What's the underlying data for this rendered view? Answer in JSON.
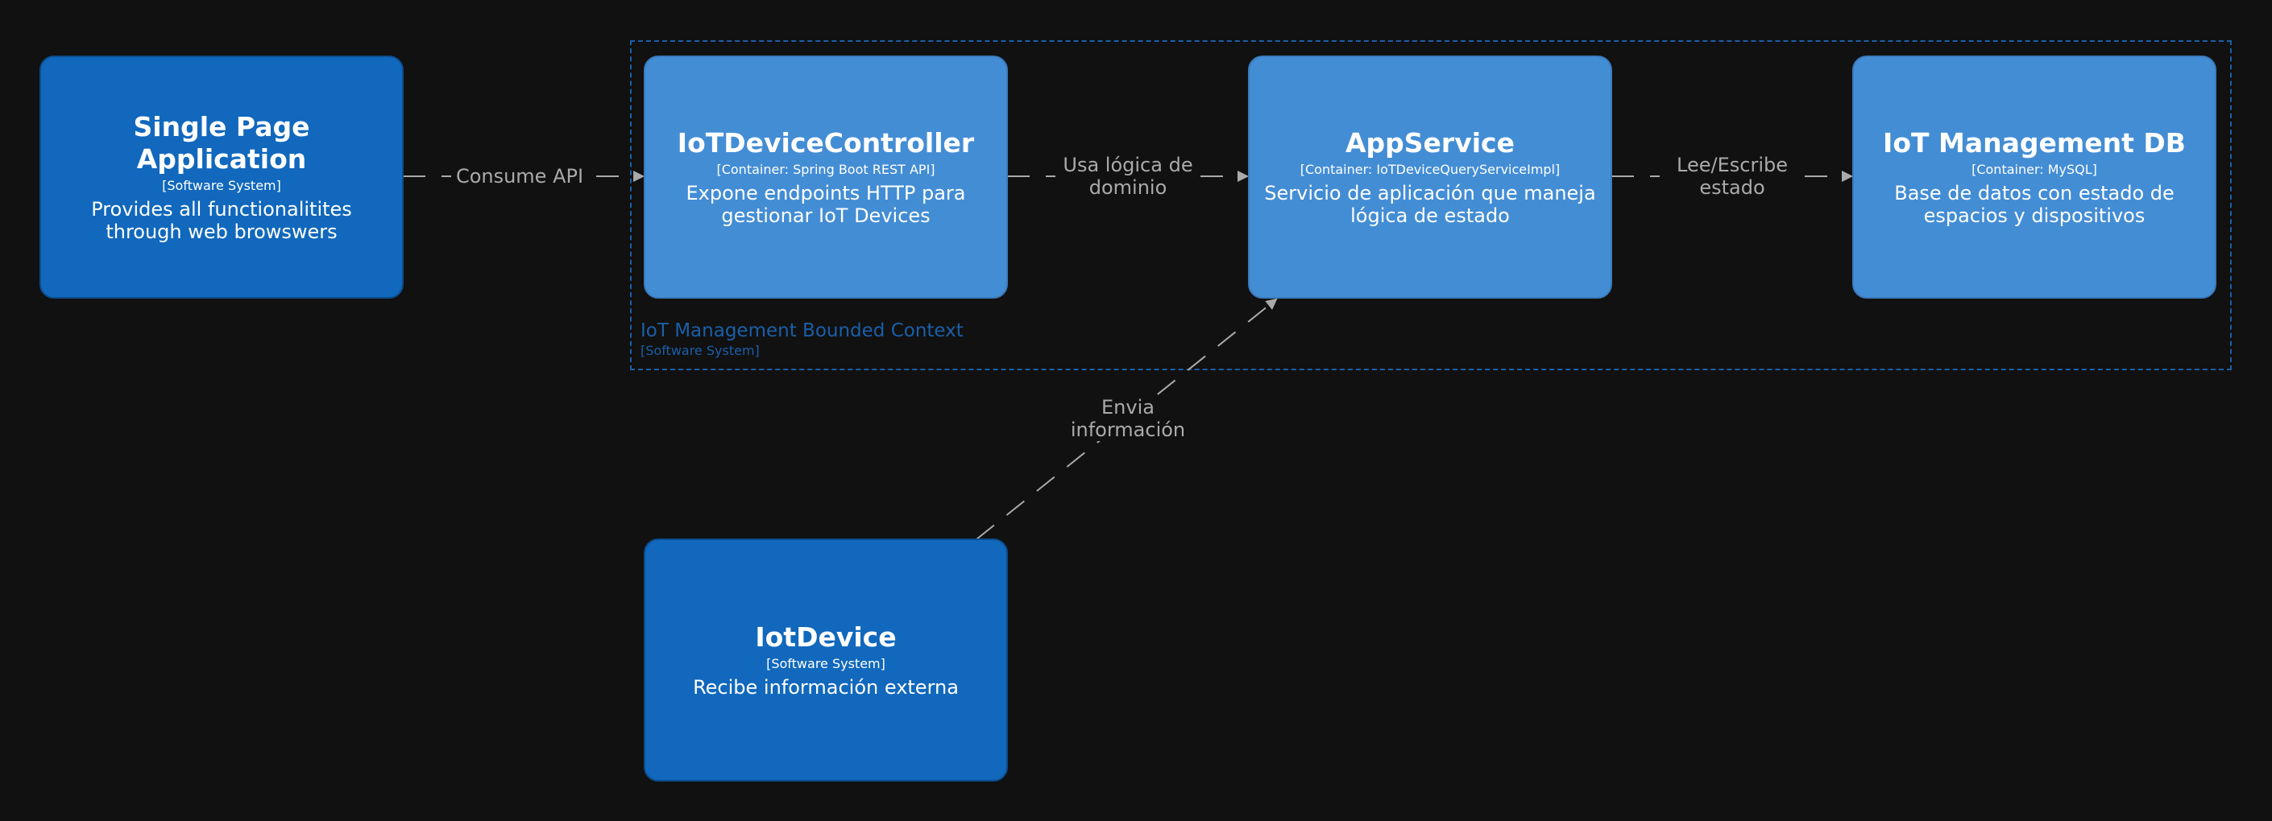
{
  "boundary": {
    "name": "IoT Management Bounded Context",
    "kind": "[Software System]",
    "color": "#1a5fa8"
  },
  "nodes": {
    "spa": {
      "title": "Single Page Application",
      "tech": "[Software System]",
      "desc": "Provides all functionalitites through web browswers",
      "kind": "system"
    },
    "controller": {
      "title": "IoTDeviceController",
      "tech": "[Container: Spring Boot REST API]",
      "desc": "Expone endpoints HTTP para gestionar IoT Devices",
      "kind": "container"
    },
    "appservice": {
      "title": "AppService",
      "tech": "[Container: IoTDeviceQueryServiceImpl]",
      "desc": "Servicio de aplicación que maneja lógica de estado",
      "kind": "container"
    },
    "db": {
      "title": "IoT Management DB",
      "tech": "[Container: MySQL]",
      "desc": "Base de datos con estado de espacios y dispositivos",
      "kind": "container"
    },
    "iotdevice": {
      "title": "IotDevice",
      "tech": "[Software System]",
      "desc": "Recibe información externa",
      "kind": "system"
    }
  },
  "edges": {
    "spa_to_controller": "Consume API",
    "controller_to_appservice": "Usa lógica de dominio",
    "appservice_to_db": "Lee/Escribe estado",
    "iotdevice_to_appservice": "Envia información"
  },
  "colors": {
    "background": "#111111",
    "system_fill": "#1168bd",
    "container_fill": "#438dd5",
    "edge": "#aaaaaa"
  }
}
